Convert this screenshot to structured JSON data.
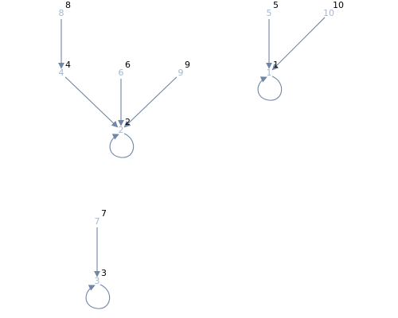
{
  "graph": {
    "edge_color": "#6f86a6",
    "node_label_color": "#a7b7cf",
    "tag_color": "#000000",
    "nodes": [
      {
        "id": "8",
        "label": "8",
        "tag": "8"
      },
      {
        "id": "4",
        "label": "4",
        "tag": "4"
      },
      {
        "id": "6",
        "label": "6",
        "tag": "6"
      },
      {
        "id": "9",
        "label": "9",
        "tag": "9"
      },
      {
        "id": "2",
        "label": "2",
        "tag": "2"
      },
      {
        "id": "5",
        "label": "5",
        "tag": "5"
      },
      {
        "id": "10",
        "label": "10",
        "tag": "10"
      },
      {
        "id": "1",
        "label": "1",
        "tag": "1"
      },
      {
        "id": "7",
        "label": "7",
        "tag": "7"
      },
      {
        "id": "3",
        "label": "3",
        "tag": "3"
      }
    ],
    "edges": [
      {
        "from": "8",
        "to": "4"
      },
      {
        "from": "4",
        "to": "2"
      },
      {
        "from": "6",
        "to": "2"
      },
      {
        "from": "9",
        "to": "2"
      },
      {
        "from": "2",
        "to": "2"
      },
      {
        "from": "5",
        "to": "1"
      },
      {
        "from": "10",
        "to": "1"
      },
      {
        "from": "1",
        "to": "1"
      },
      {
        "from": "7",
        "to": "3"
      },
      {
        "from": "3",
        "to": "3"
      }
    ]
  }
}
